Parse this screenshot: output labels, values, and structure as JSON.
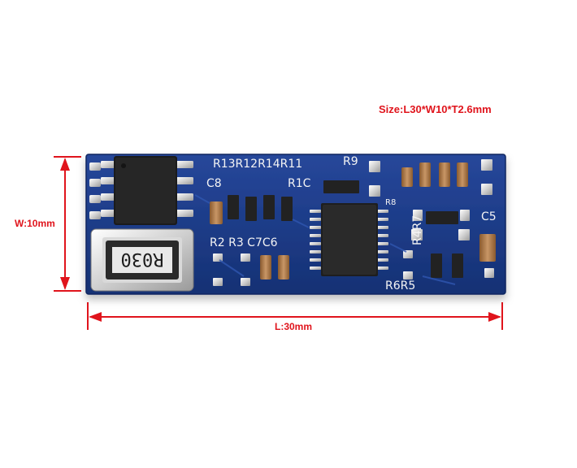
{
  "labels": {
    "size": "Size:L30*W10*T2.6mm",
    "width": "W:10mm",
    "length": "L:30mm"
  },
  "silkscreen": {
    "r13r12r14r11": "R13R12R14R11",
    "r9": "R9",
    "c8": "C8",
    "r10": "R1C",
    "r8": "R8",
    "r4r7": "R4R7",
    "c5": "C5",
    "r2r3c7c6": "R2 R3 C7C6",
    "r6r5": "R6R5"
  },
  "components": {
    "big_resistor": "R030"
  },
  "colors": {
    "pcb": "#1f3f8c",
    "dimension": "#e0141c"
  }
}
